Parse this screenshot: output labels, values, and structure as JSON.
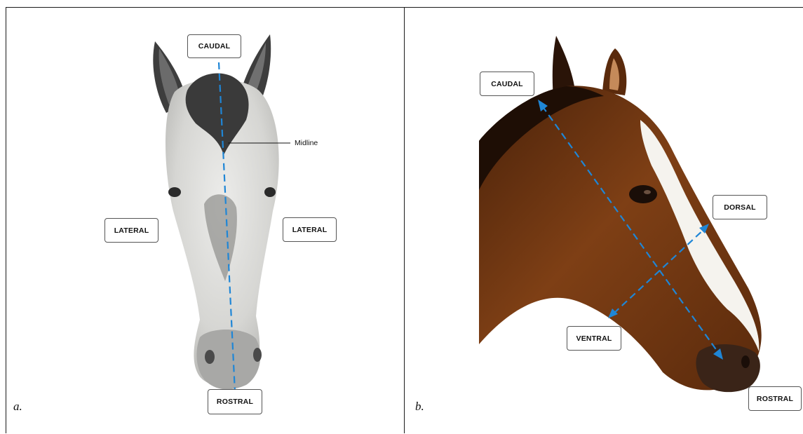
{
  "panel_a": {
    "letter": "a.",
    "labels": {
      "caudal": "CAUDAL",
      "lateral_left": "LATERAL",
      "lateral_right": "LATERAL",
      "rostral": "ROSTRAL",
      "midline": "Midline"
    },
    "horse_colors": {
      "coat": "#e4e4e2",
      "mane": "#3a3a3a",
      "muzzle": "#9a9a98"
    },
    "axis_color": "#1f86d6"
  },
  "panel_b": {
    "letter": "b.",
    "labels": {
      "caudal": "CAUDAL",
      "dorsal": "DORSAL",
      "ventral": "VENTRAL",
      "rostral": "ROSTRAL"
    },
    "horse_colors": {
      "coat": "#7a3d14",
      "dark": "#2a1408",
      "blaze": "#f5f3ee"
    },
    "axis_color": "#1f86d6"
  }
}
